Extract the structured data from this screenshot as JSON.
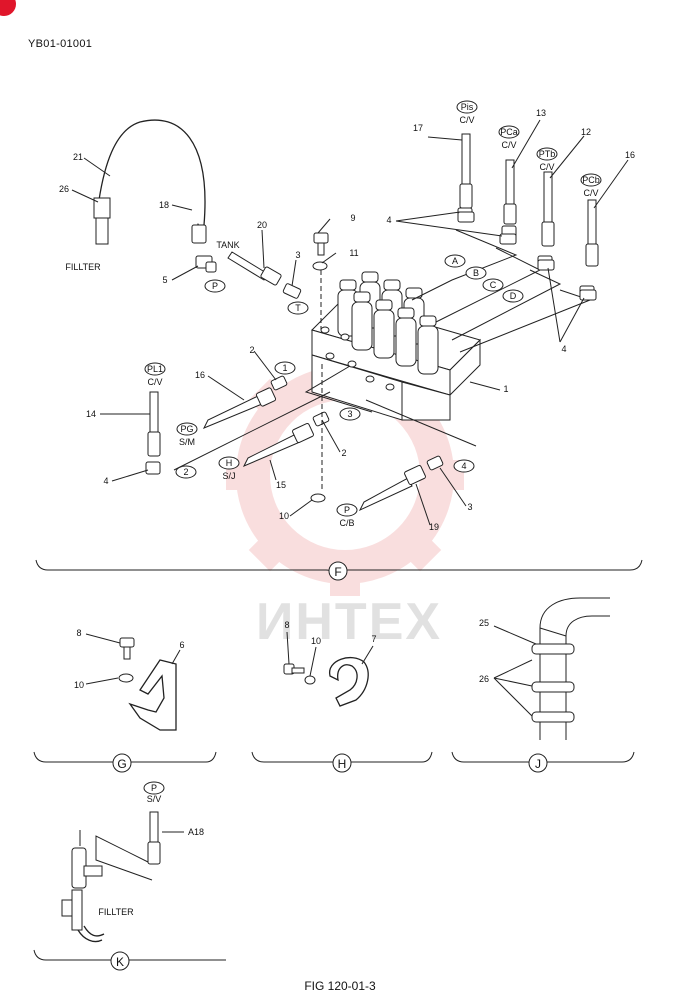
{
  "header": {
    "doc_code": "YB01-01001"
  },
  "footer": {
    "caption": "FIG 120-01-3"
  },
  "watermark": {
    "text": "ИНТЕХ",
    "color": "#e8a0a0"
  },
  "brand_color": "#e0162b",
  "main_view": {
    "view_label": "F",
    "labels": {
      "tank": "TANK",
      "filter": "FILLTER",
      "cv": "C/V",
      "sm": "S/M",
      "sj": "S/J",
      "cb": "C/B"
    },
    "ports": {
      "pis": "Pis",
      "pca": "PCa",
      "ptb": "PTb",
      "pcb": "PCb",
      "pl1": "PL1",
      "pg": "PG",
      "h": "H",
      "p": "P"
    },
    "circled": {
      "a": "A",
      "b": "B",
      "c": "C",
      "d": "D",
      "t": "T",
      "p": "P",
      "n1": "1",
      "n2": "2",
      "n3": "3",
      "n4": "4"
    },
    "callouts": {
      "c1": "1",
      "c2a": "2",
      "c2b": "2",
      "c3a": "3",
      "c3b": "3",
      "c4a": "4",
      "c4b": "4",
      "c4c": "4",
      "c5": "5",
      "c9": "9",
      "c10": "10",
      "c11": "11",
      "c12": "12",
      "c13": "13",
      "c14": "14",
      "c15": "15",
      "c16a": "16",
      "c16b": "16",
      "c17": "17",
      "c18": "18",
      "c19": "19",
      "c20": "20",
      "c21": "21",
      "c26": "26"
    }
  },
  "detail_g": {
    "view_label": "G",
    "callouts": {
      "c6": "6",
      "c8": "8",
      "c10": "10"
    }
  },
  "detail_h": {
    "view_label": "H",
    "callouts": {
      "c7": "7",
      "c8": "8",
      "c10": "10"
    }
  },
  "detail_j": {
    "view_label": "J",
    "callouts": {
      "c25": "25",
      "c26": "26"
    }
  },
  "detail_k": {
    "view_label": "K",
    "port": "P",
    "sv": "S/V",
    "callout": "A18",
    "filter": "FILLTER"
  }
}
